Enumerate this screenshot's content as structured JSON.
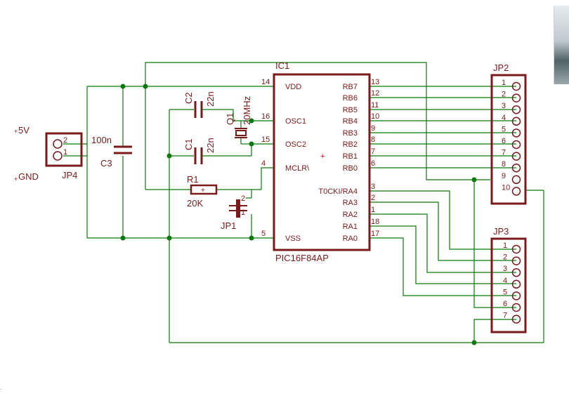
{
  "labels": {
    "ic1": "IC1",
    "ic1_value": "PIC16F84AP",
    "jp2": "JP2",
    "jp3": "JP3",
    "jp4": "JP4",
    "jp1": "JP1",
    "c1": "C1",
    "c2": "C2",
    "c3": "C3",
    "c1_val": "22n",
    "c2_val": "22n",
    "c3_val": "100n",
    "q1": "Q1",
    "q1_val": "20MHz",
    "r1": "R1",
    "r1_val": "20K",
    "vcc": "5V",
    "gnd": "GND"
  },
  "ic_left_pins": [
    {
      "name": "VDD",
      "num": "14"
    },
    {
      "name": "OSC1",
      "num": "16"
    },
    {
      "name": "OSC2",
      "num": "15"
    },
    {
      "name": "MCLR\\",
      "num": "4"
    },
    {
      "name": "VSS",
      "num": "5"
    }
  ],
  "ic_right_pins": [
    {
      "name": "RB7",
      "num": "13"
    },
    {
      "name": "RB6",
      "num": "12"
    },
    {
      "name": "RB5",
      "num": "11"
    },
    {
      "name": "RB4",
      "num": "10"
    },
    {
      "name": "RB3",
      "num": "9"
    },
    {
      "name": "RB2",
      "num": "8"
    },
    {
      "name": "RB1",
      "num": "7"
    },
    {
      "name": "RB0",
      "num": "6"
    },
    {
      "name": "T0CKI/RA4",
      "num": "3"
    },
    {
      "name": "RA3",
      "num": "2"
    },
    {
      "name": "RA2",
      "num": "1"
    },
    {
      "name": "RA1",
      "num": "18"
    },
    {
      "name": "RA0",
      "num": "17"
    }
  ],
  "jp2_pins": [
    "1",
    "2",
    "3",
    "4",
    "5",
    "6",
    "7",
    "8",
    "9",
    "10"
  ],
  "jp3_pins": [
    "1",
    "2",
    "3",
    "4",
    "5",
    "6",
    "7"
  ],
  "jp4_pins": [
    "2",
    "1"
  ],
  "jp1_pins": [
    "2",
    "1"
  ],
  "colors": {
    "wire": "#0a7a0a",
    "part": "#7a1a1a",
    "background": "#ffffff"
  }
}
